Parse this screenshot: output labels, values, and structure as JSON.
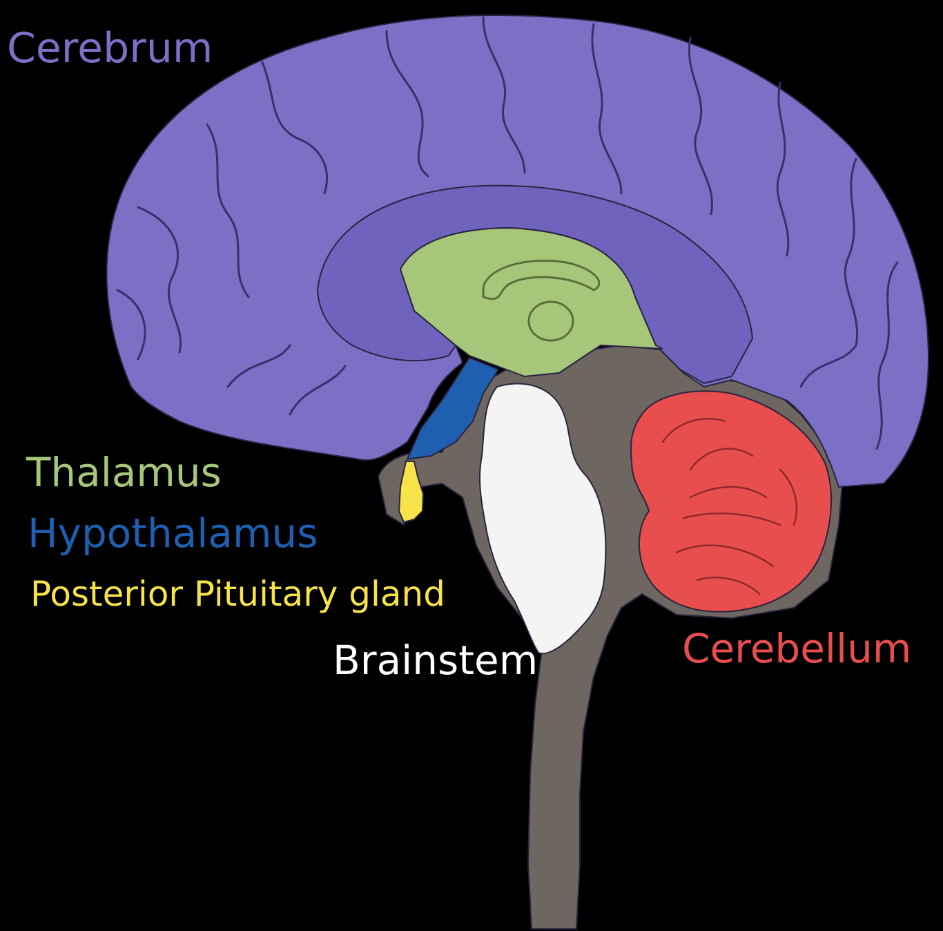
{
  "labels": {
    "cerebrum": "Cerebrum",
    "thalamus": "Thalamus",
    "hypothalamus": "Hypothalamus",
    "pituitary": "Posterior Pituitary gland",
    "brainstem": "Brainstem",
    "cerebellum": "Cerebellum"
  },
  "colors": {
    "background": "#000000",
    "cerebrum": "#7b6fc6",
    "cerebrum_inner": "#7063bd",
    "thalamus": "#a6c77a",
    "hypothalamus": "#1f5fb0",
    "pituitary": "#f7e24a",
    "brainstem": "#f4f4f2",
    "cerebellum": "#e94e4e",
    "tissue": "#6e6660",
    "outline": "#3b2f6a",
    "cerebrum_text": "#7b6fc6",
    "thalamus_text": "#a6c77a",
    "hypothalamus_text": "#1f5fb0",
    "pituitary_text": "#f7e24a",
    "brainstem_text": "#ffffff",
    "cerebellum_text": "#e94e4e"
  }
}
